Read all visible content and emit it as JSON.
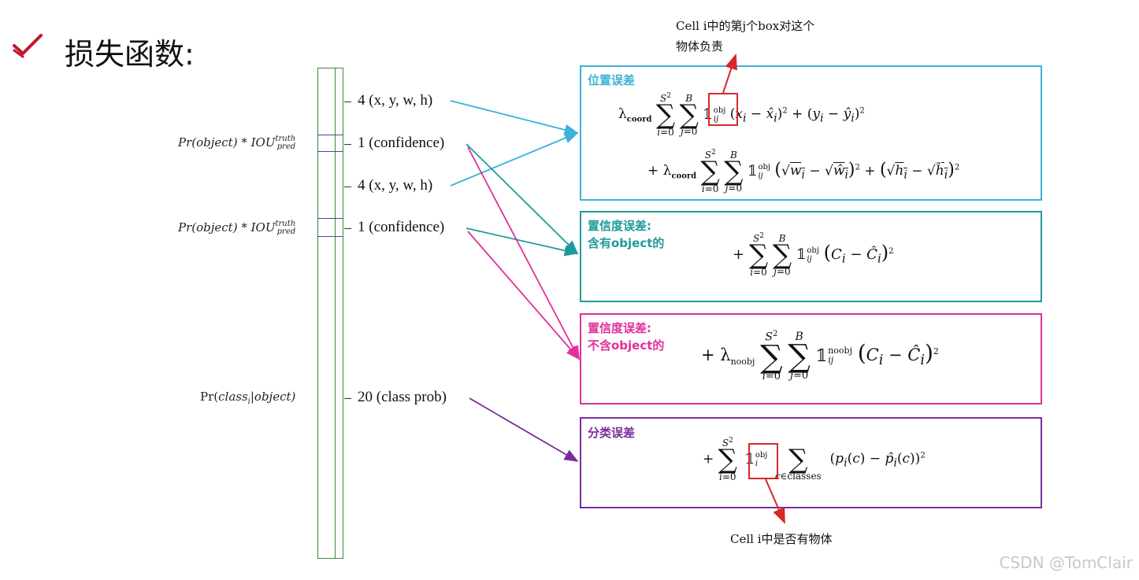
{
  "title": "损失函数:",
  "vector": {
    "rows": [
      {
        "id": "xywh1",
        "text": "4 (x, y, w, h)"
      },
      {
        "id": "conf1",
        "text": "1 (confidence)"
      },
      {
        "id": "xywh2",
        "text": "4 (x, y, w, h)"
      },
      {
        "id": "conf2",
        "text": "1 (confidence)"
      },
      {
        "id": "class",
        "text": "20 (class prob)"
      }
    ],
    "pr_confidence_1": "Pr(object) * IOU",
    "pr_confidence_2": "Pr(object) * IOU",
    "pr_sup": "truth",
    "pr_sub": "pred",
    "pr_class_a": "Pr(",
    "pr_class_b": "class",
    "pr_class_sub": "i",
    "pr_class_c": "|object)"
  },
  "boxes": [
    {
      "id": "position",
      "label": "位置误差",
      "color": "#3bb3d6"
    },
    {
      "id": "conf_obj",
      "label_line1": "置信度误差:",
      "label_line2": "含有object的",
      "color": "#1f9a9a"
    },
    {
      "id": "conf_noobj",
      "label_line1": "置信度误差:",
      "label_line2": "不含object的",
      "color": "#e0309a"
    },
    {
      "id": "class_err",
      "label": "分类误差",
      "color": "#7a2c9a"
    }
  ],
  "annotations": {
    "top": {
      "line1": "Cell i中的第j个box对这个",
      "line2": "物体负责"
    },
    "bottom": "Cell i中是否有物体"
  },
  "colors": {
    "vector_border": "#3a8a3a",
    "vector_divider": "#3a4fa0",
    "arrow_blue": "#3bb3d6",
    "arrow_teal": "#1f9a9a",
    "arrow_magenta": "#e0309a",
    "arrow_purple": "#7a2c9a",
    "highlight_red": "#d62828",
    "check_red": "#c0182a"
  },
  "watermark": "CSDN @TomClair"
}
